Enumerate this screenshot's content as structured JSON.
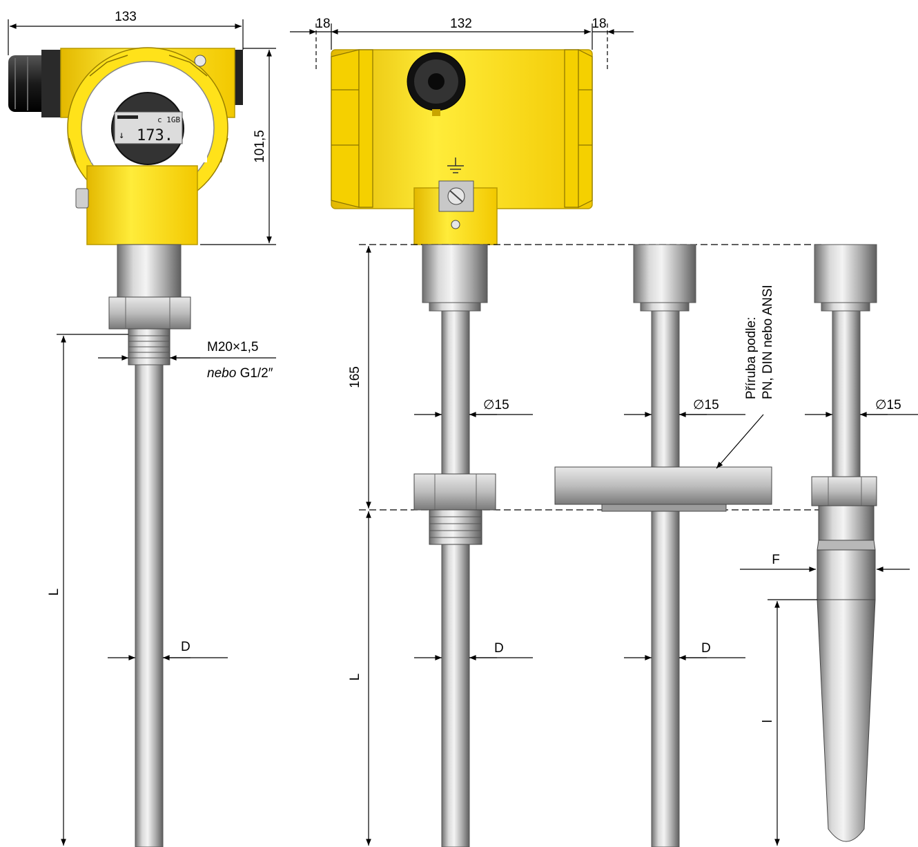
{
  "dims": {
    "front_width": "133",
    "front_height": "101,5",
    "side_left_ext": "18",
    "side_width": "132",
    "side_right_ext": "18",
    "neck_height": "165",
    "thread_line1": "M20×1,5",
    "thread_line2_italic": "nebo",
    "thread_line2_rest": "G1/2″",
    "length_front": "L",
    "length_v1": "L",
    "diameter_front": "D",
    "diameter_v1": "D",
    "diameter_v2": "D",
    "neck_dia_v1": "∅15",
    "neck_dia_v2": "∅15",
    "neck_dia_v3": "∅15",
    "flange_label_line1": "Příruba podle:",
    "flange_label_line2": "PN, DIN nebo ANSI",
    "taper_F": "F",
    "taper_l": "l"
  },
  "display": {
    "reading": "173.",
    "small": "c 1GB"
  },
  "colors": {
    "housing_yellow": "#FFE600",
    "housing_edge": "#C8A800",
    "steel_light": "#E6E6E6",
    "steel_dark": "#7A7A7A",
    "line": "#000000"
  }
}
